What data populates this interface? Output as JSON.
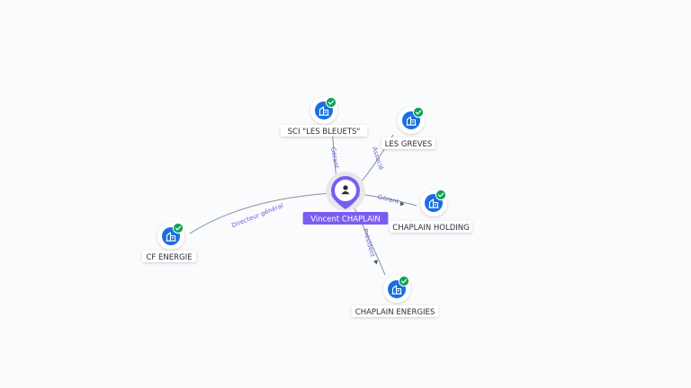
{
  "center": {
    "name": "Vincent CHAPLAIN",
    "icon": "person-icon"
  },
  "companies": [
    {
      "id": "sci-les-bleuets",
      "name": "SCI \"LES BLEUETS\"",
      "relation": "Gérant",
      "icon": "building-icon",
      "badge": "check-badge-icon"
    },
    {
      "id": "les-greves",
      "name": "LES GREVES",
      "relation": "Associé",
      "icon": "building-icon",
      "badge": "check-badge-icon"
    },
    {
      "id": "chaplain-holding",
      "name": "CHAPLAIN HOLDING",
      "relation": "Gérant",
      "icon": "building-icon",
      "badge": "check-badge-icon"
    },
    {
      "id": "chaplain-energies",
      "name": "CHAPLAIN ENERGIES",
      "relation": "Président",
      "icon": "building-icon",
      "badge": "check-badge-icon"
    },
    {
      "id": "cf-energie",
      "name": "CF ENERGIE",
      "relation": "Directeur général",
      "icon": "building-icon",
      "badge": "check-badge-icon"
    }
  ],
  "colors": {
    "accent": "#7b5cf0",
    "building": "#1a6fe0",
    "badge": "#12a05c",
    "edge": "#8a8f9c",
    "relation_text": "#6d5fd6"
  }
}
